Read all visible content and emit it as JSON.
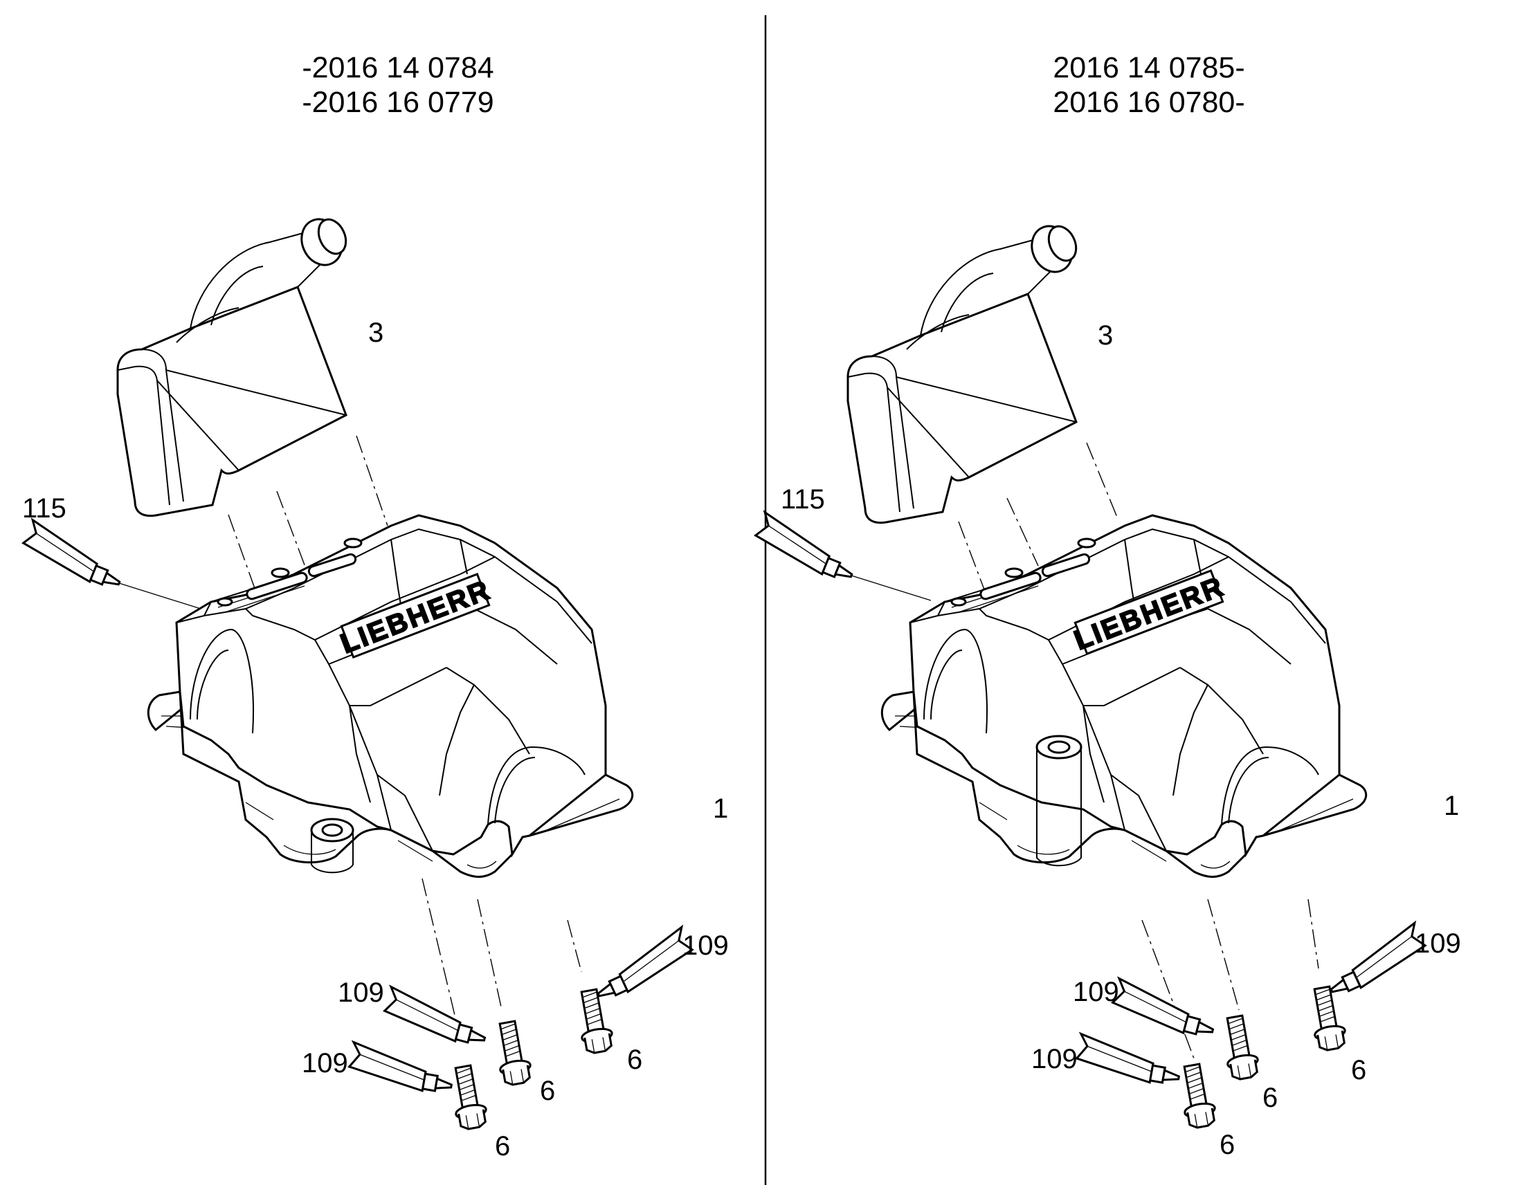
{
  "left_panel": {
    "serial_lines": [
      "-2016 14 0784",
      "-2016 16 0779"
    ],
    "brand_text": "LIEBHERR",
    "callouts": [
      "3",
      "115",
      "1",
      "109",
      "109",
      "109",
      "6",
      "6",
      "6"
    ]
  },
  "right_panel": {
    "serial_lines": [
      "2016 14 0785-",
      "2016 16 0780-"
    ],
    "brand_text": "LIEBHERR",
    "callouts": [
      "3",
      "115",
      "1",
      "109",
      "109",
      "109",
      "6",
      "6",
      "6"
    ]
  },
  "icons": [
    "sealant-tube-icon",
    "flange-bolt-icon",
    "breather-hose-icon",
    "valve-cover-icon"
  ]
}
